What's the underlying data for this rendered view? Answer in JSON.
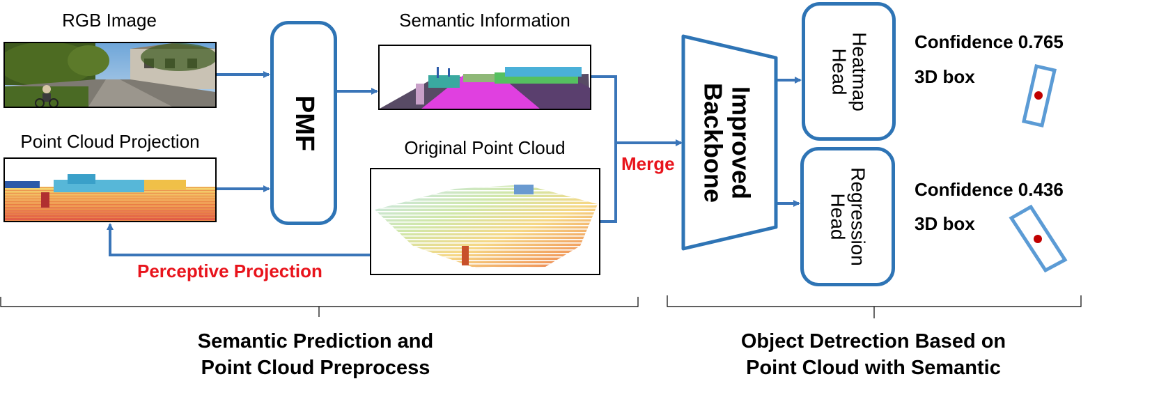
{
  "labels": {
    "rgb_image": "RGB Image",
    "point_cloud_projection": "Point Cloud Projection",
    "semantic_information": "Semantic Information",
    "original_point_cloud": "Original Point Cloud",
    "pmf": "PMF",
    "merge": "Merge",
    "perceptive_projection": "Perceptive Projection",
    "backbone_line1": "Improved",
    "backbone_line2": "Backbone",
    "heatmap_line1": "Heatmap",
    "heatmap_line2": "Head",
    "regression_line1": "Regression",
    "regression_line2": "Head"
  },
  "results": {
    "top_confidence": "Confidence 0.765",
    "top_box": "3D box",
    "bottom_confidence": "Confidence 0.436",
    "bottom_box": "3D box"
  },
  "sections": {
    "left_line1": "Semantic Prediction and",
    "left_line2": "Point Cloud Preprocess",
    "right_line1": "Object Detrection Based on",
    "right_line2": "Point Cloud with Semantic"
  },
  "colors": {
    "accent_blue": "#2e74b5",
    "arrow_blue": "#3a75b8",
    "label_red": "#e8141c",
    "box_fill_blue": "#5b9bd5",
    "center_dot": "#c00000"
  }
}
